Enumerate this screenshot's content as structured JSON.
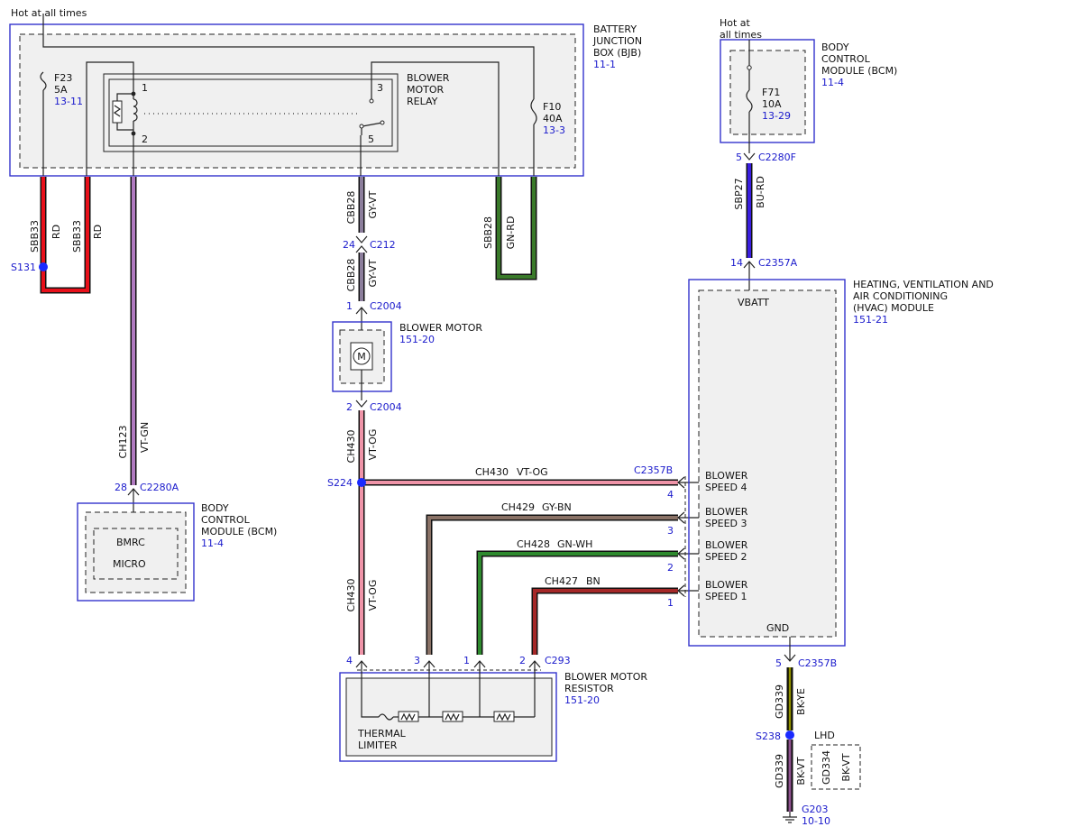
{
  "power_labels": {
    "hot_left": "Hot at all times",
    "hot_right": "Hot at all times"
  },
  "bjb": {
    "title_lines": [
      "BATTERY",
      "JUNCTION",
      "BOX (BJB)"
    ],
    "ref": "11-1",
    "fuse_f23": {
      "name": "F23",
      "rating": "5A",
      "ref": "13-11"
    },
    "fuse_f10": {
      "name": "F10",
      "rating": "40A",
      "ref": "13-3"
    },
    "relay_title_lines": [
      "BLOWER",
      "MOTOR",
      "RELAY"
    ],
    "relay_pins": {
      "p1": "1",
      "p2": "2",
      "p3": "3",
      "p5": "5"
    }
  },
  "bcm_top": {
    "title_lines": [
      "BODY",
      "CONTROL",
      "MODULE (BCM)"
    ],
    "ref": "11-4",
    "fuse_f71": {
      "name": "F71",
      "rating": "10A",
      "ref": "13-29"
    }
  },
  "bcm_left": {
    "title_lines": [
      "BODY",
      "CONTROL",
      "MODULE (BCM)"
    ],
    "ref": "11-4",
    "inner": [
      "BMRC",
      "MICRO"
    ]
  },
  "hvac": {
    "title_lines": [
      "HEATING, VENTILATION AND",
      "AIR CONDITIONING",
      "(HVAC) MODULE"
    ],
    "ref": "151-21",
    "vbatt": "VBATT",
    "gnd": "GND",
    "speeds": [
      {
        "line1": "BLOWER",
        "line2": "SPEED 4",
        "pin": "4"
      },
      {
        "line1": "BLOWER",
        "line2": "SPEED 3",
        "pin": "3"
      },
      {
        "line1": "BLOWER",
        "line2": "SPEED 2",
        "pin": "2"
      },
      {
        "line1": "BLOWER",
        "line2": "SPEED 1",
        "pin": "1"
      }
    ],
    "connector_b": "C2357B"
  },
  "blower_motor": {
    "title": "BLOWER MOTOR",
    "ref": "151-20",
    "symbol": "M"
  },
  "resistor": {
    "title_lines": [
      "BLOWER MOTOR",
      "RESISTOR"
    ],
    "ref": "151-20",
    "limiter_lines": [
      "THERMAL",
      "LIMITER"
    ],
    "pins": [
      "4",
      "3",
      "1",
      "2"
    ],
    "connector": "C293"
  },
  "wires": {
    "sbb33_a": {
      "circuit": "SBB33",
      "color": "RD"
    },
    "sbb33_b": {
      "circuit": "SBB33",
      "color": "RD"
    },
    "ch123": {
      "circuit": "CH123",
      "color": "VT-GN"
    },
    "cbb28_top": {
      "circuit": "CBB28",
      "color": "GY-VT"
    },
    "cbb28_mid": {
      "circuit": "CBB28",
      "color": "GY-VT"
    },
    "sbb28": {
      "circuit": "SBB28",
      "color": "GN-RD"
    },
    "sbp27": {
      "circuit": "SBP27",
      "color": "BU-RD"
    },
    "ch430_top": {
      "circuit": "CH430",
      "color": "VT-OG"
    },
    "ch430_h": {
      "circuit": "CH430",
      "color": "VT-OG"
    },
    "ch430_low": {
      "circuit": "CH430",
      "color": "VT-OG"
    },
    "ch429": {
      "circuit": "CH429",
      "color": "GY-BN"
    },
    "ch428": {
      "circuit": "CH428",
      "color": "GN-WH"
    },
    "ch427": {
      "circuit": "CH427",
      "color": "BN"
    },
    "gd339_a": {
      "circuit": "GD339",
      "color": "BK-YE"
    },
    "gd339_b": {
      "circuit": "GD339",
      "color": "BK-VT"
    },
    "gd334": {
      "circuit": "GD334",
      "color": "BK-VT"
    }
  },
  "connectors": {
    "c212": {
      "pin": "24",
      "name": "C212"
    },
    "c2004_1": {
      "pin": "1",
      "name": "C2004"
    },
    "c2004_2": {
      "pin": "2",
      "name": "C2004"
    },
    "c2280a": {
      "pin": "28",
      "name": "C2280A"
    },
    "c2280f": {
      "pin": "5",
      "name": "C2280F"
    },
    "c2357a": {
      "pin": "14",
      "name": "C2357A"
    },
    "c2357b_gnd": {
      "pin": "5",
      "name": "C2357B"
    }
  },
  "splices": {
    "s131": "S131",
    "s224": "S224",
    "s238": "S238"
  },
  "lhd": "LHD",
  "ground": {
    "name": "G203",
    "ref": "10-10"
  },
  "wire_colors": {
    "red": "#e8101a",
    "purple_green": "#b07ac0",
    "gray_violet": "#8c7e9c",
    "green_red": "#3a7a2a",
    "blue_red": "#3a1ee0",
    "violet_orange": "#ef94a8",
    "gray_brown": "#8a7266",
    "green_white": "#2e8a2e",
    "brown": "#a52828",
    "black_yellow": "#2a2a00",
    "black_violet": "#4a2a4a"
  }
}
